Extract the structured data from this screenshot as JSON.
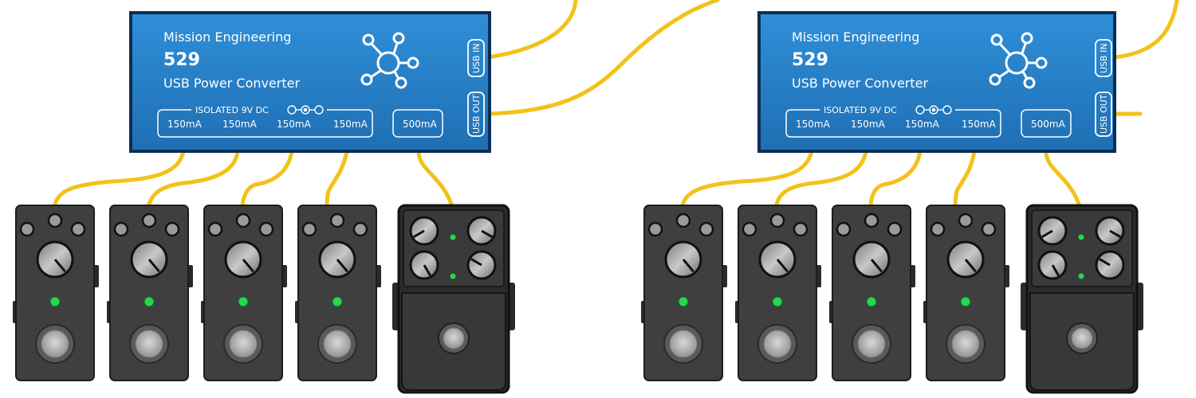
{
  "converters": [
    {
      "brand": "Mission Engineering",
      "model": "529",
      "product": "USB Power Converter",
      "isolated_label": "ISOLATED 9V DC",
      "outputs": [
        "150mA",
        "150mA",
        "150mA",
        "150mA"
      ],
      "high_output": "500mA",
      "usb_in": "USB IN",
      "usb_out": "USB OUT"
    },
    {
      "brand": "Mission Engineering",
      "model": "529",
      "product": "USB Power Converter",
      "isolated_label": "ISOLATED 9V DC",
      "outputs": [
        "150mA",
        "150mA",
        "150mA",
        "150mA"
      ],
      "high_output": "500mA",
      "usb_in": "USB IN",
      "usb_out": "USB OUT"
    }
  ],
  "colors": {
    "converter_blue": "#2a7fc4",
    "cable_yellow": "#f2c21a",
    "pedal_body": "#3f3f3f",
    "led_green": "#27d84a"
  },
  "icons": [
    "network-hub-icon",
    "dc-polarity-icon"
  ]
}
